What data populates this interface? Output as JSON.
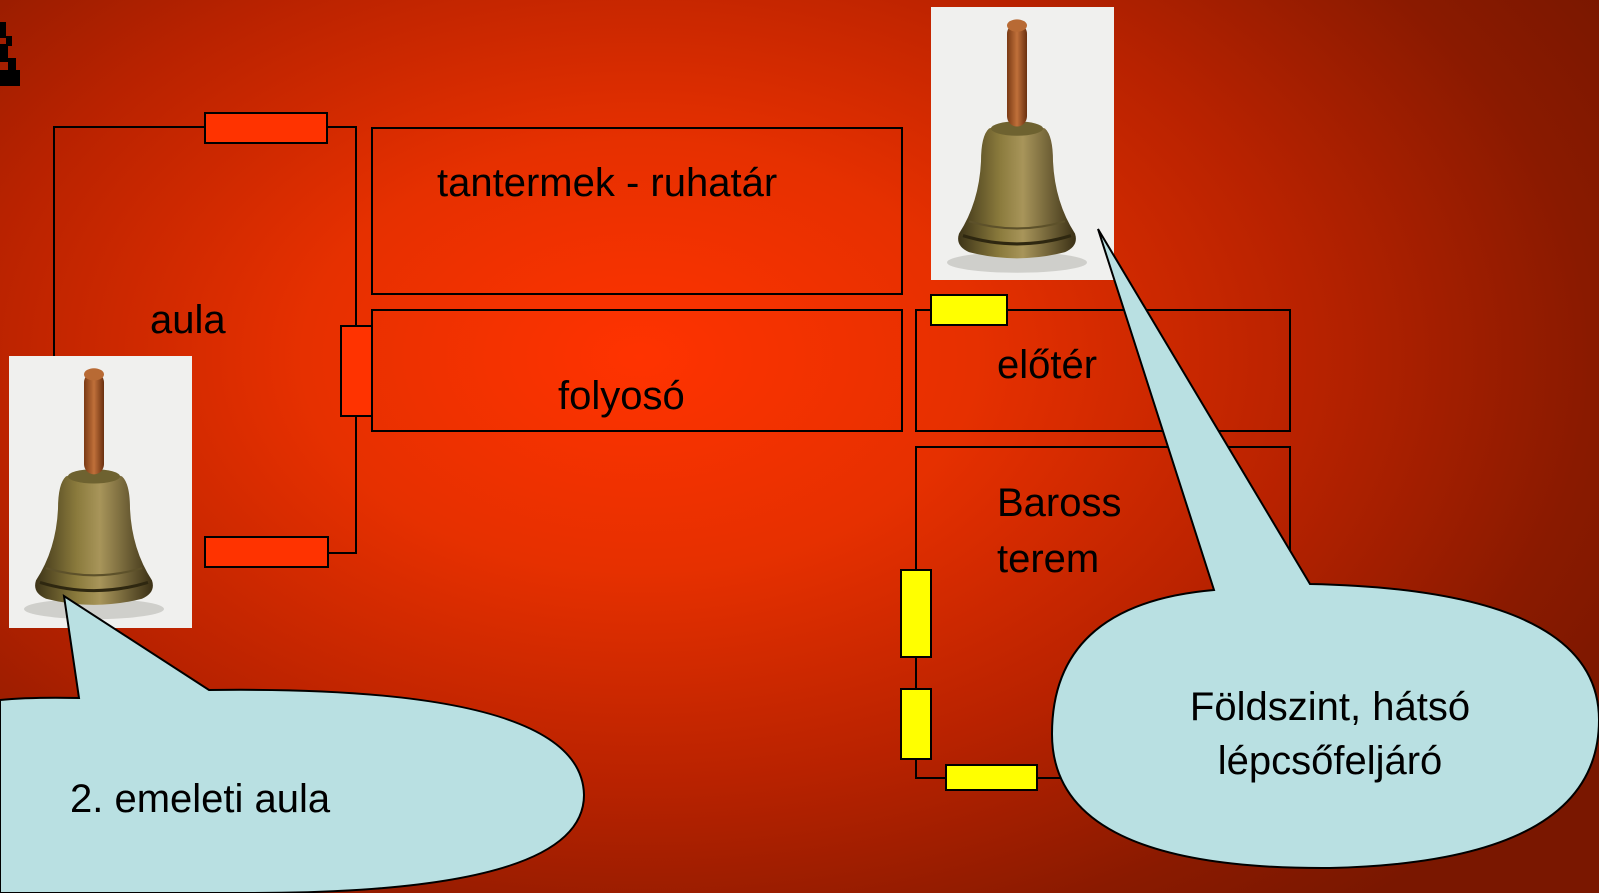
{
  "rooms": {
    "aula": "aula",
    "tantermek": "tantermek - ruhatár",
    "folyoso": "folyosó",
    "eloter": "előtér",
    "baross_line1": "Baross",
    "baross_line2": "terem"
  },
  "callouts": {
    "left": "2. emeleti aula",
    "right_line1": "Földszint, hátsó",
    "right_line2": "lépcsőfeljáró"
  },
  "icons": {
    "bell_left": "hand-bell-icon",
    "bell_right": "hand-bell-icon",
    "corner_mark": "partial-glyph-icon"
  },
  "colors": {
    "background": "#ff3300",
    "door_red": "#ff3300",
    "door_yellow": "#ffff00",
    "bubble": "#b9e0e2",
    "bell_photo_bg": "#f0f0ee"
  }
}
